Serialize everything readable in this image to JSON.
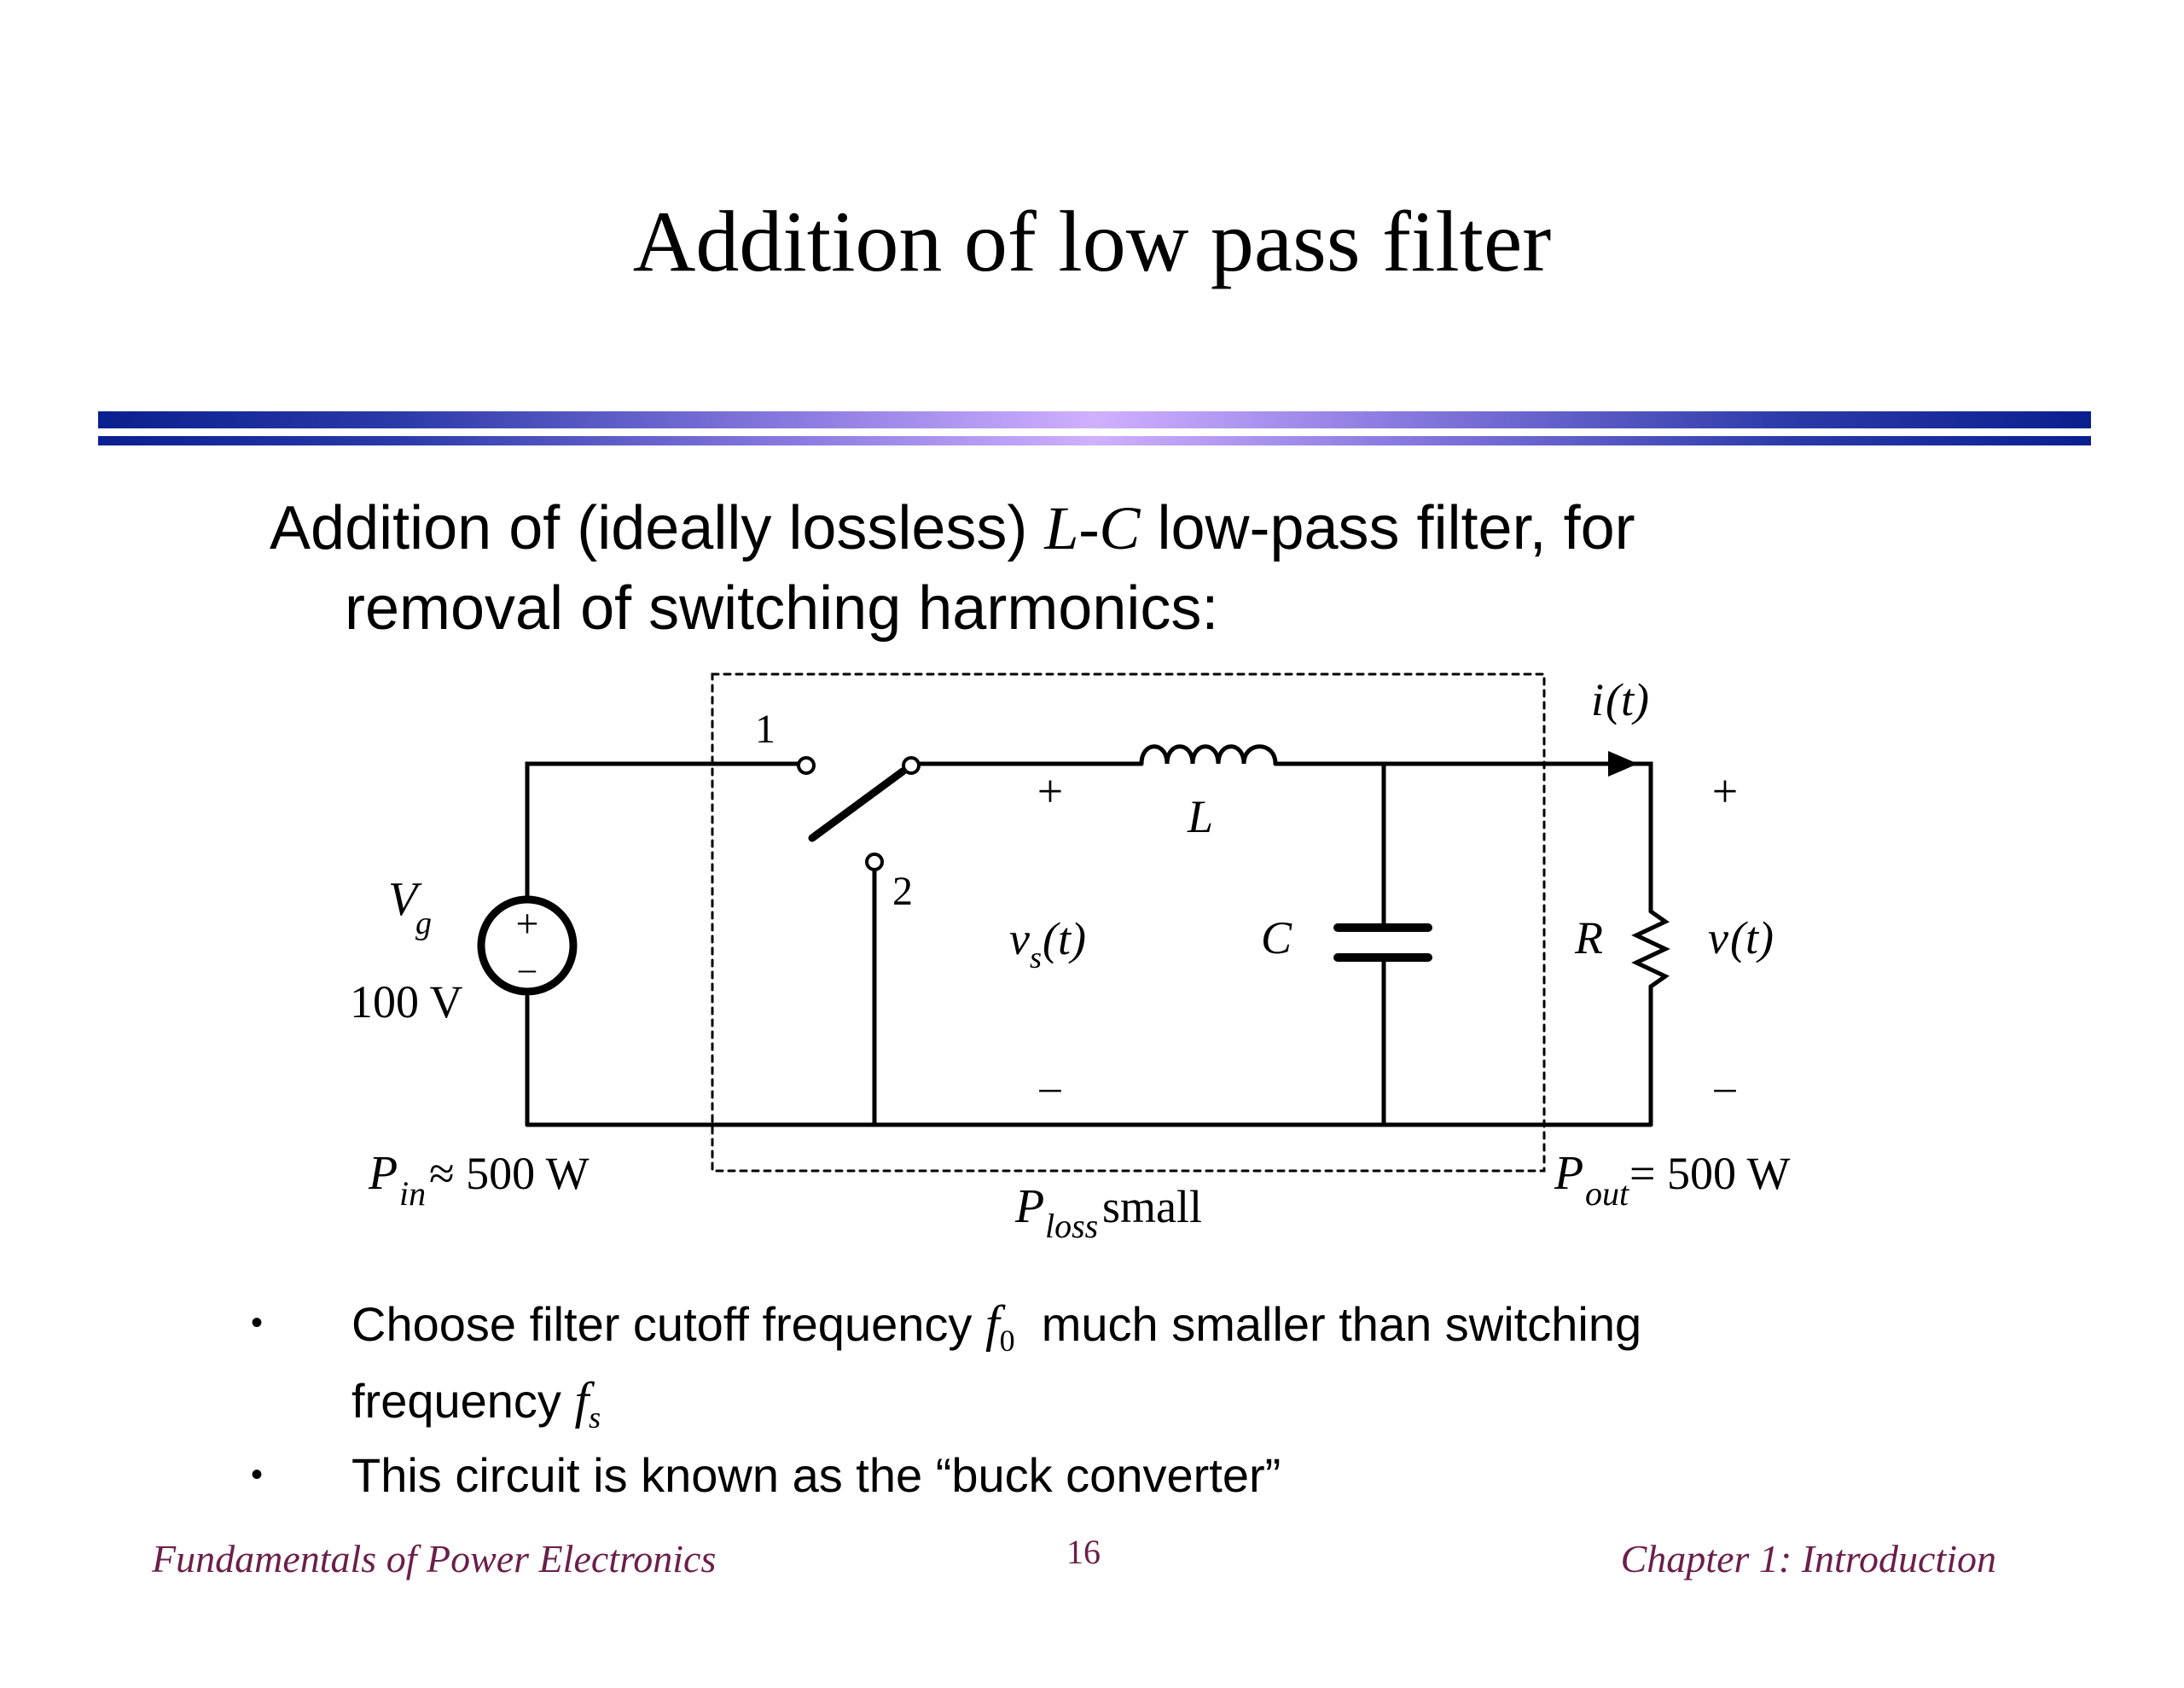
{
  "slide": {
    "title": "Addition of low pass filter",
    "intro": {
      "line1_pre": "Addition of (ideally lossless) ",
      "line1_math": "L-C",
      "line1_post": " low-pass filter, for",
      "line2": "removal of switching harmonics:"
    }
  },
  "circuit": {
    "switch_pos1": "1",
    "switch_pos2": "2",
    "source_symbol": "V",
    "source_sub": "g",
    "source_plus": "+",
    "source_minus": "–",
    "source_value": "100 V",
    "vs_plus": "+",
    "vs_minus": "–",
    "vs_symbol": "v",
    "vs_sub": "s",
    "vs_arg": "(t)",
    "inductor_label": "L",
    "capacitor_label": "C",
    "resistor_label": "R",
    "current_symbol": "i",
    "current_arg": "(t)",
    "vout_plus": "+",
    "vout_minus": "–",
    "vout_symbol": "v",
    "vout_arg": "(t)",
    "pin_symbol": "P",
    "pin_sub": "in",
    "pin_value": " ≈ 500 W",
    "ploss_symbol": "P",
    "ploss_sub": "loss",
    "ploss_value": " small",
    "pout_symbol": "P",
    "pout_sub": "out",
    "pout_value": " = 500 W"
  },
  "bullets": [
    {
      "dot": "•",
      "pre": "Choose filter cutoff frequency ",
      "f0_symbol": "f",
      "f0_sub": "0",
      "mid": "  much smaller than switching",
      "line2_pre": "frequency ",
      "fs_symbol": "f",
      "fs_sub": "s"
    },
    {
      "dot": "•",
      "text": "This circuit is known as the “buck converter”"
    }
  ],
  "footer": {
    "left": "Fundamentals of Power Electronics",
    "center": "16",
    "right": "Chapter 1: Introduction"
  },
  "colors": {
    "footer_text": "#6b1f4a",
    "rule_dark": "#0a1f8f",
    "rule_light": "#d0b0ff"
  }
}
